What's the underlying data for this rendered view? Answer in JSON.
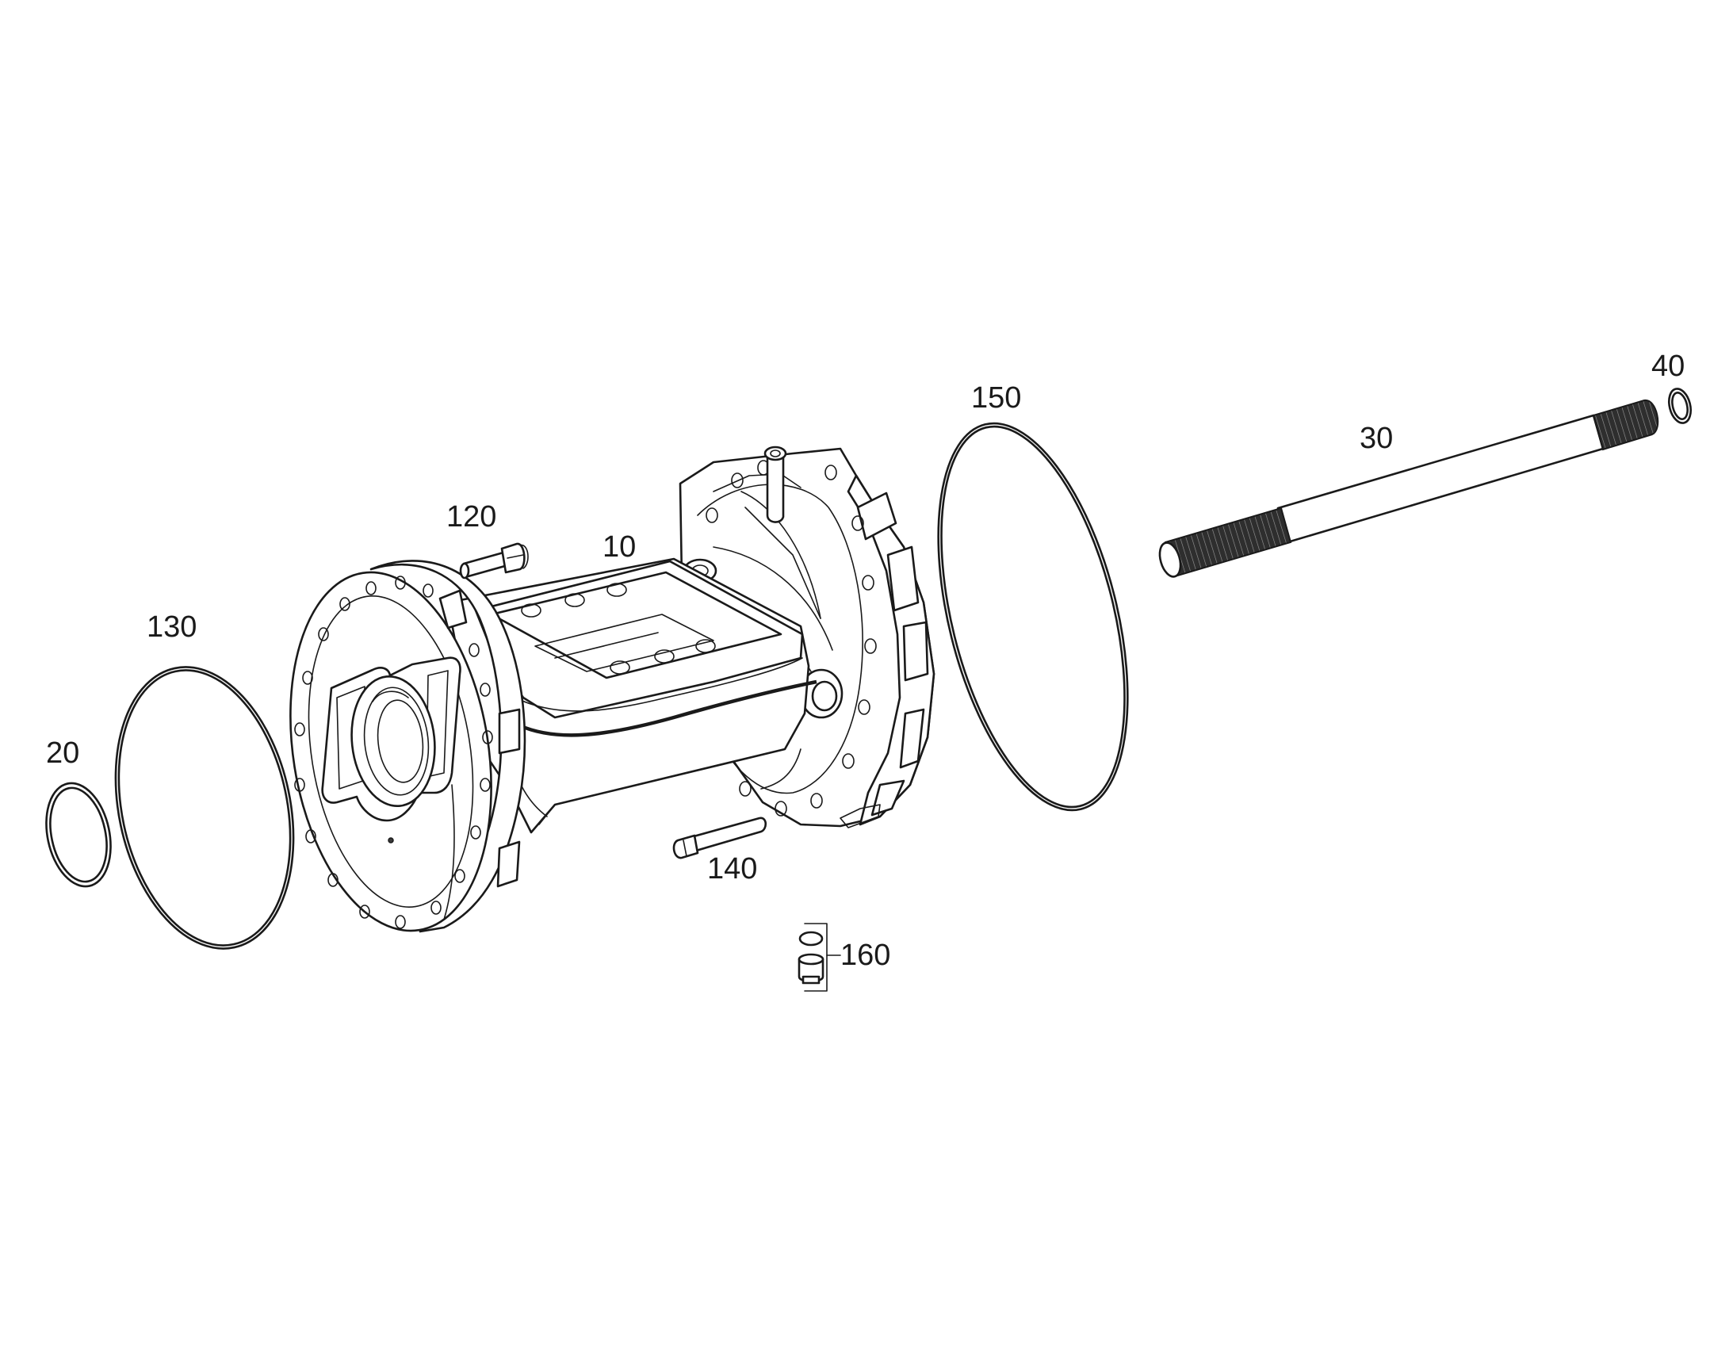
{
  "callouts": {
    "c10": "10",
    "c20": "20",
    "c30": "30",
    "c40": "40",
    "c120": "120",
    "c130": "130",
    "c140": "140",
    "c150": "150",
    "c160": "160"
  }
}
